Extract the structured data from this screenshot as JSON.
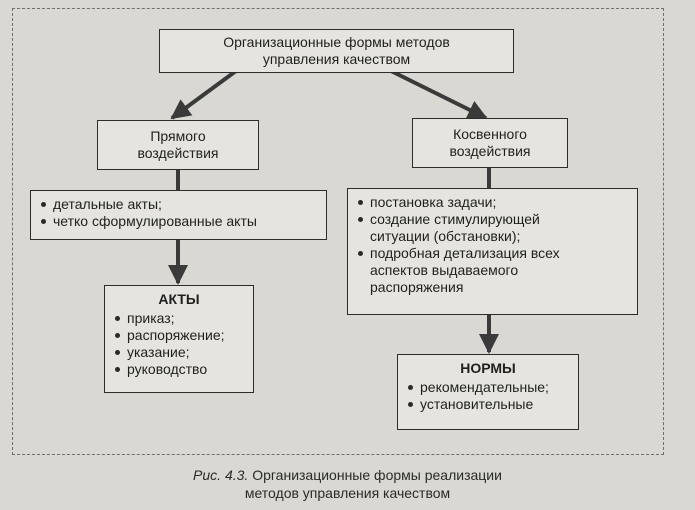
{
  "diagram": {
    "root": {
      "line1": "Организационные формы методов",
      "line2": "управления качеством"
    },
    "direct": {
      "line1": "Прямого",
      "line2": "воздействия",
      "items": [
        "детальные акты;",
        "четко сформулированные акты"
      ]
    },
    "indirect": {
      "line1": "Косвенного",
      "line2": "воздействия",
      "items": [
        {
          "lines": [
            "постановка задачи;"
          ]
        },
        {
          "lines": [
            "создание стимулирующей",
            "ситуации (обстановки);"
          ]
        },
        {
          "lines": [
            "подробная детализация всех",
            "аспектов выдаваемого",
            "распоряжения"
          ]
        }
      ]
    },
    "acts": {
      "title": "АКТЫ",
      "items": [
        "приказ;",
        "распоряжение;",
        "указание;",
        "руководство"
      ]
    },
    "norms": {
      "title": "НОРМЫ",
      "items": [
        "рекомендательные;",
        "установительные"
      ]
    }
  },
  "caption": {
    "fig_label": "Рис. 4.3.",
    "line1": "Организационные формы реализации",
    "line2": "методов управления качеством"
  },
  "colors": {
    "background": "#d9d8d2",
    "box_fill": "#e5e4de",
    "stroke": "#2c2c2c",
    "arrow": "#3a3a3a"
  }
}
